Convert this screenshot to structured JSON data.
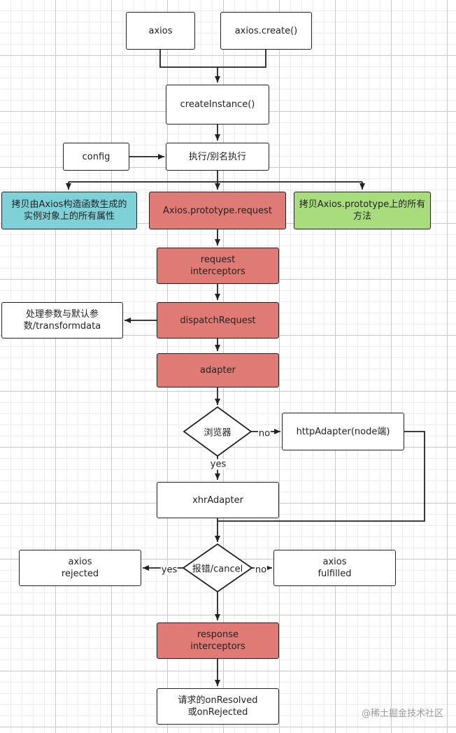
{
  "nodes": {
    "axios": "axios",
    "axios_create": "axios.create()",
    "create_instance": "createInstance()",
    "config": "config",
    "execute": "执行/别名执行",
    "copy_props": "拷贝由Axios构造函数生成的\n实例对象上的所有属性",
    "axios_request": "Axios.prototype.request",
    "copy_methods": "拷贝Axios.prototype上的所有\n方法",
    "request_interceptors": "request\ninterceptors",
    "dispatch_request": "dispatchRequest",
    "transform": "处理参数与默认参\n数/transformdata",
    "adapter": "adapter",
    "browser": "浏览器",
    "http_adapter": "httpAdapter(node端)",
    "xhr_adapter": "xhrAdapter",
    "error_cancel": "报错/cancel",
    "rejected": "axios\nrejected",
    "fulfilled": "axios\nfulfilled",
    "response_interceptors": "response\ninterceptors",
    "on_resolved": "请求的onResolved\n或onRejected"
  },
  "edge_labels": {
    "browser_no": "no",
    "browser_yes": "yes",
    "error_yes": "yes",
    "error_no": "no"
  },
  "colors": {
    "red": "#e07a74",
    "cyan": "#7fd1d8",
    "green": "#a8dc7c",
    "grid": "#c9c9c9"
  },
  "watermark": "@稀土掘金技术社区"
}
